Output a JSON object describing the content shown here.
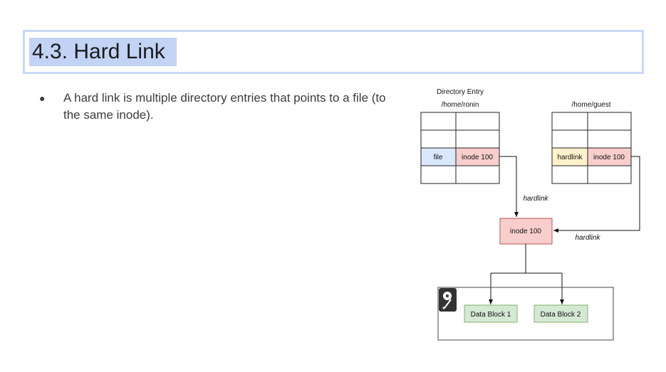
{
  "slide": {
    "title": "4.3. Hard Link",
    "bullets": [
      "A hard link is multiple directory entries that points to a file (to the same inode)."
    ]
  },
  "diagram": {
    "left_table": {
      "header_line1": "Directory Entry",
      "header_line2": "/home/ronin",
      "name_cell": "file",
      "inode_cell": "inode 100"
    },
    "right_table": {
      "header": "/home/guest",
      "name_cell": "hardlink",
      "inode_cell": "inode 100"
    },
    "inode_box": "inode 100",
    "arrow_label_left": "hardlink",
    "arrow_label_right": "hardlink",
    "disk_icon": "hard-disk-icon",
    "data_blocks": [
      "Data Block 1",
      "Data Block 2"
    ],
    "colors": {
      "file_cell": "#dae8fc",
      "inode_cell": "#f8cecc",
      "hardlink_cell": "#fff2cc",
      "data_block": "#d5e8d4"
    }
  }
}
